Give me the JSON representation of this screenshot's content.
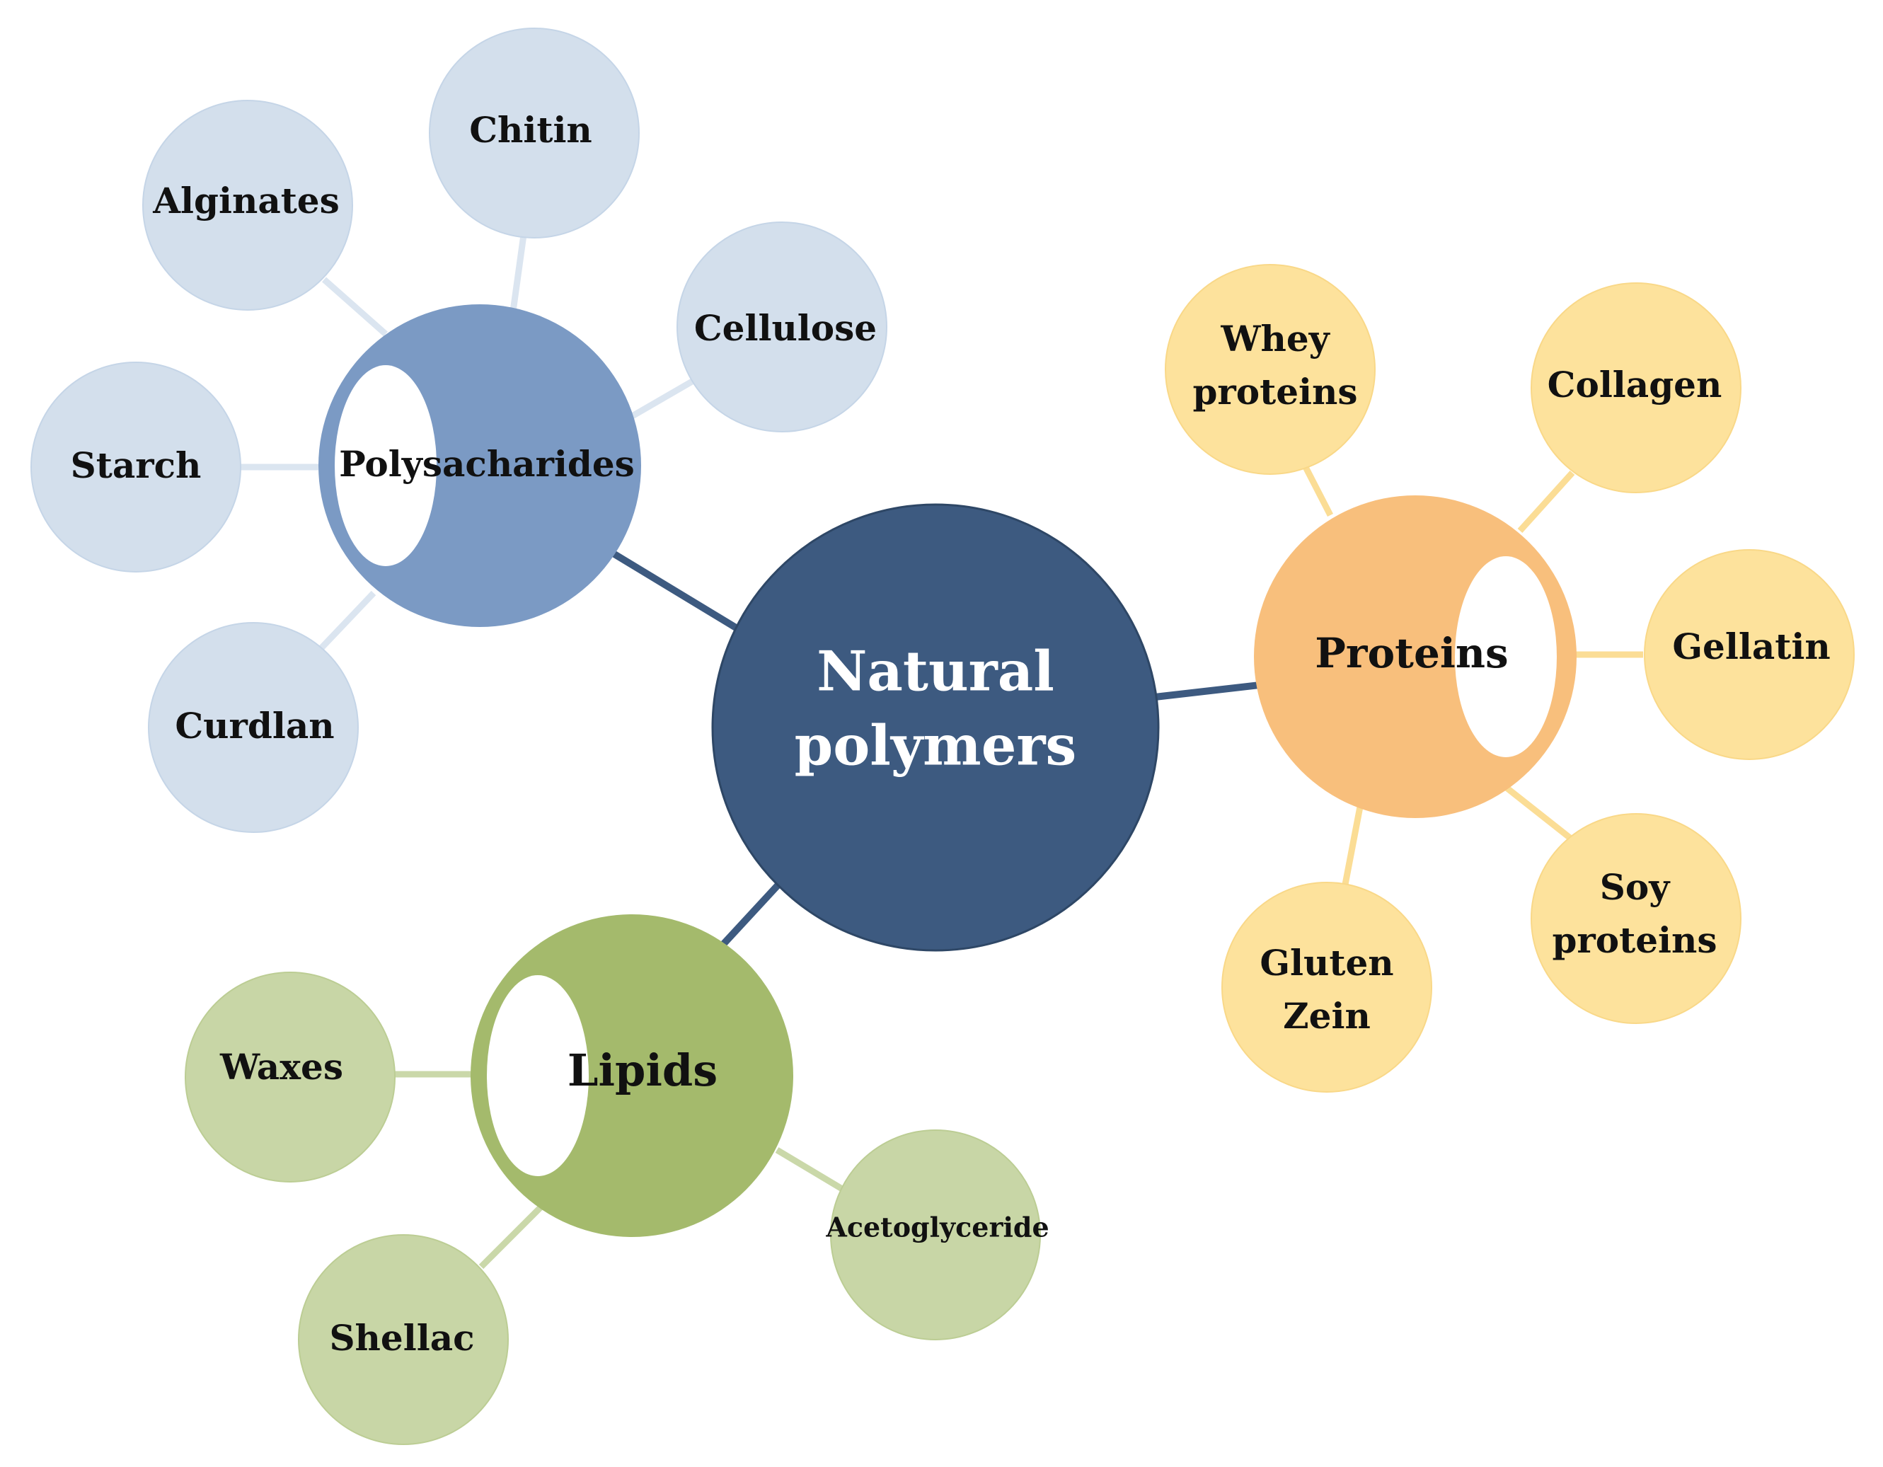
{
  "colors": {
    "center": "#3d5a80",
    "polysaccharides_hub": "#7b9ac4",
    "polysaccharides_leaf": "#d3dfec",
    "polysaccharides_link": "#dbe5f0",
    "proteins_hub": "#f8bf7c",
    "proteins_leaf": "#fde29c",
    "proteins_link": "#fbdd95",
    "lipids_hub": "#a4ba6c",
    "lipids_leaf": "#c8d6a6",
    "lipids_link": "#cad8a9",
    "center_link": "#3d5a80"
  },
  "center": {
    "label_line1": "Natural",
    "label_line2": "polymers"
  },
  "hubs": {
    "polysaccharides": {
      "label": "Polysacharides"
    },
    "proteins": {
      "label": "Proteins"
    },
    "lipids": {
      "label": "Lipids"
    }
  },
  "leaves": {
    "polysaccharides": {
      "chitin": "Chitin",
      "alginates": "Alginates",
      "cellulose": "Cellulose",
      "starch": "Starch",
      "curdlan": "Curdlan"
    },
    "proteins": {
      "whey_line1": "Whey",
      "whey_line2": "proteins",
      "collagen": "Collagen",
      "gellatin": "Gellatin",
      "soy_line1": "Soy",
      "soy_line2": "proteins",
      "gluten_line1": "Gluten",
      "gluten_line2": "Zein"
    },
    "lipids": {
      "waxes": "Waxes",
      "shellac": "Shellac",
      "acetoglyceride": "Acetoglyceride"
    }
  }
}
